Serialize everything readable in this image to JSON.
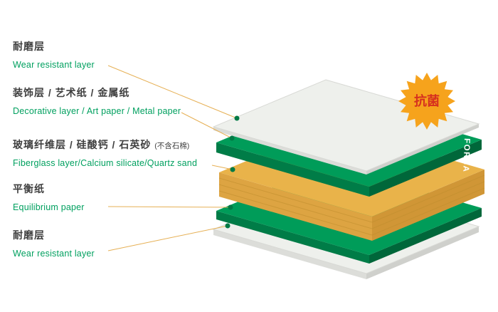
{
  "labels": [
    {
      "id": "wear-resistant-top",
      "cn": "耐磨层",
      "en": "Wear resistant layer"
    },
    {
      "id": "decorative",
      "cn": "装饰层 / 艺术纸 / 金属纸",
      "en": "Decorative layer / Art paper / Metal paper"
    },
    {
      "id": "fiberglass-core",
      "cn": "玻璃纤维层 / 硅酸钙 / 石英砂",
      "cn_note": "(不含石棉)",
      "en": "Fiberglass layer/Calcium silicate/Quartz sand"
    },
    {
      "id": "equilibrium",
      "cn": "平衡纸",
      "en": "Equilibrium paper"
    },
    {
      "id": "wear-resistant-bottom",
      "cn": "耐磨层",
      "en": "Wear resistant layer"
    }
  ],
  "badge": {
    "text": "抗菌",
    "color": "#f6a31c",
    "text_color": "#d6311f"
  },
  "brand": {
    "logo": "FORCA"
  },
  "layers": [
    {
      "name": "wear-resistant-top-sheet",
      "color": "#eef0ec"
    },
    {
      "name": "decorative-layer",
      "color": "#009c59"
    },
    {
      "name": "fiberglass-core",
      "color": "#e9b34a"
    },
    {
      "name": "equilibrium-paper",
      "color": "#009c59"
    },
    {
      "name": "wear-resistant-bottom-sheet",
      "color": "#eef0ec"
    }
  ],
  "colors": {
    "cn_text": "#3f3f3f",
    "en_text": "#00a05f",
    "leader_line": "#e6b055",
    "dot": "#017a45",
    "background": "#ffffff"
  }
}
